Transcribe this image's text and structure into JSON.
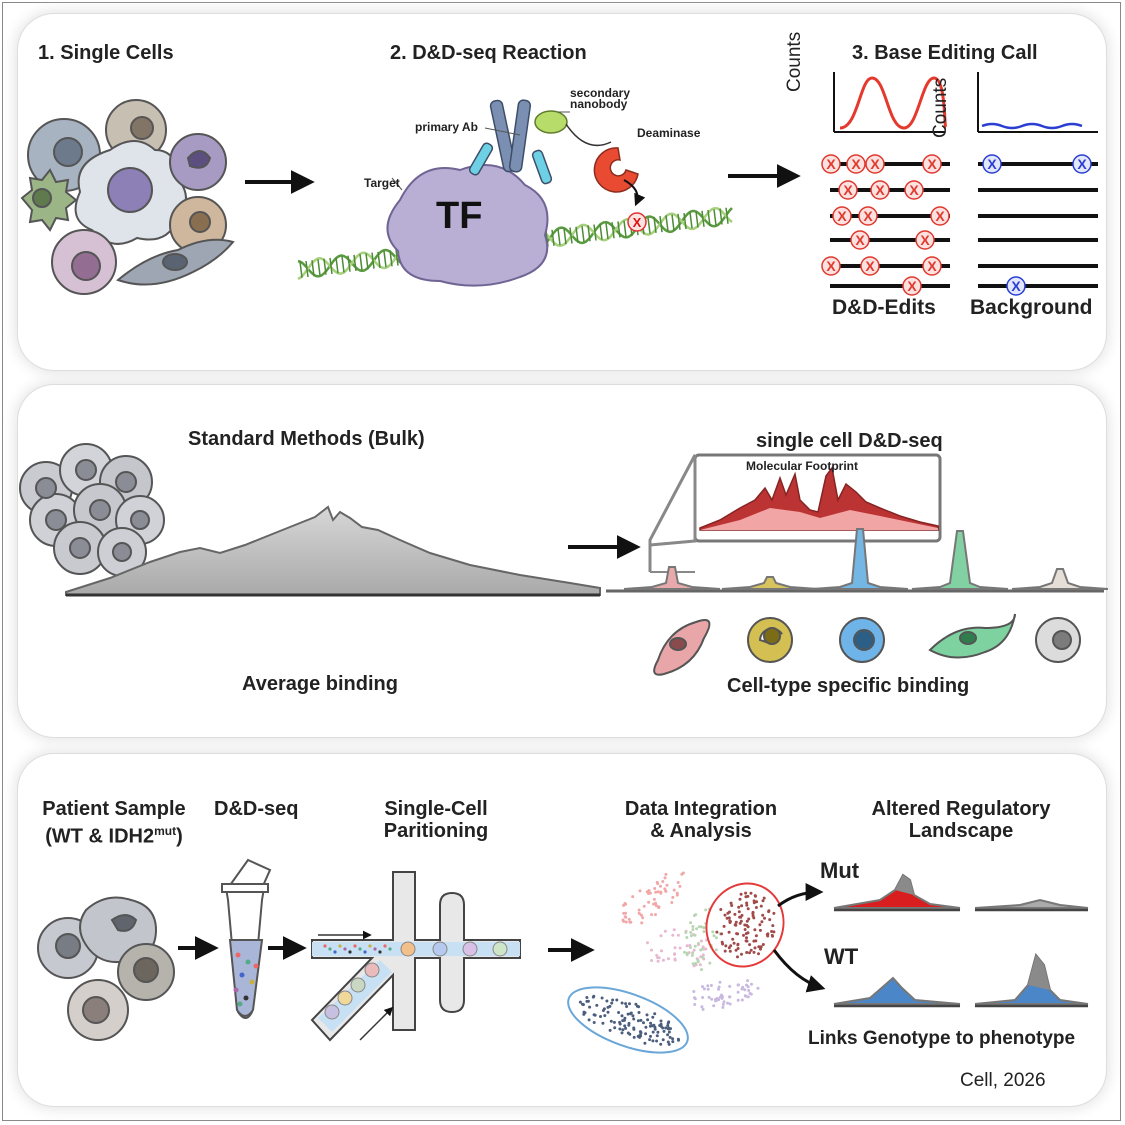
{
  "panel1": {
    "step1": "1. Single Cells",
    "step2": "2. D&D-seq Reaction",
    "step3": "3. Base Editing Call",
    "primary_ab": "primary Ab",
    "secondary_nanobody_1": "secondary",
    "secondary_nanobody_2": "nanobody",
    "deaminase": "Deaminase",
    "target": "Target",
    "tf": "TF",
    "counts": "Counts",
    "edit_mark": "X",
    "dd_edits": "D&D-Edits",
    "background": "Background"
  },
  "panel2": {
    "bulk_title": "Standard Methods (Bulk)",
    "sc_title": "single cell D&D-seq",
    "footprint": "Molecular Footprint",
    "average_binding": "Average binding",
    "celltype_binding": "Cell-type specific binding"
  },
  "panel3": {
    "patient_1": "Patient Sample",
    "patient_2_prefix": "(WT & IDH2",
    "patient_2_sup": "mut",
    "patient_2_suffix": ")",
    "ddseq": "D&D-seq",
    "partition_1": "Single-Cell",
    "partition_2": "Paritioning",
    "integration_1": "Data Integration",
    "integration_2": "& Analysis",
    "altered_1": "Altered Regulatory",
    "altered_2": "Landscape",
    "mut": "Mut",
    "wt": "WT",
    "links": "Links Genotype to phenotype"
  },
  "credit": "Cell, 2026",
  "colors": {
    "edit_red": "#e0392e",
    "background_blue": "#2a3fd1",
    "dna_green": "#5a9a40",
    "tf_purple": "#b9aed3",
    "peak_gray": "#c8c8c8",
    "mut_red": "#d81e1e",
    "wt_blue": "#4b86c8"
  }
}
